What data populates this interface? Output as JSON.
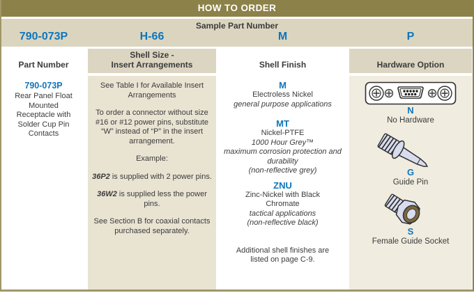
{
  "colors": {
    "olive": "#8C8149",
    "border_olive": "#A09667",
    "band_tan": "#DBD5C0",
    "header_tan": "#DBD5C2",
    "insert_bg": "#E9E3D2",
    "hardware_bg": "#F0ECDF",
    "blue": "#0F76BC",
    "text": "#3B3B3B"
  },
  "title": "HOW TO ORDER",
  "sample": {
    "label": "Sample Part Number",
    "part_number": "790-073P",
    "shell_size": "H-66",
    "shell_finish": "M",
    "hardware": "P"
  },
  "column_headers": {
    "part_number": "Part Number",
    "shell_size_line1": "Shell Size -",
    "shell_size_line2": "Insert Arrangements",
    "shell_finish": "Shell Finish",
    "hardware": "Hardware Option"
  },
  "part_number_col": {
    "code": "790-073P",
    "description": "Rear Panel Float Mounted Receptacle with Solder Cup Pin Contacts"
  },
  "insert_col": {
    "see_table": "See Table I for Available Insert Arrangements",
    "order_note": "To order a connector without size #16 or #12 power pins, substitute “W” instead of “P” in the insert arrangement.",
    "example_label": "Example:",
    "example1_code": "36P2",
    "example1_text": " is supplied with 2 power pins.",
    "example2_code": "36W2",
    "example2_text": " is supplied less the power pins.",
    "coax_note": "See Section B for coaxial contacts purchased separately."
  },
  "finish_col": {
    "options": [
      {
        "code": "M",
        "name": "Electroless Nickel",
        "note1": "general purpose applications"
      },
      {
        "code": "MT",
        "name": "Nickel-PTFE",
        "note1": "1000 Hour Grey™",
        "note2": "maximum corrosion protection and durability",
        "note3": "(non-reflective grey)"
      },
      {
        "code": "ZNU",
        "name": "Zinc-Nickel with Black Chromate",
        "note1": "tactical applications",
        "note2": "(non-reflective black)"
      }
    ],
    "footnote": "Additional shell finishes are listed on page C-9."
  },
  "hardware_col": {
    "options": [
      {
        "code": "N",
        "name": "No Hardware"
      },
      {
        "code": "G",
        "name": "Guide Pin"
      },
      {
        "code": "S",
        "name": "Female Guide Socket"
      }
    ]
  }
}
